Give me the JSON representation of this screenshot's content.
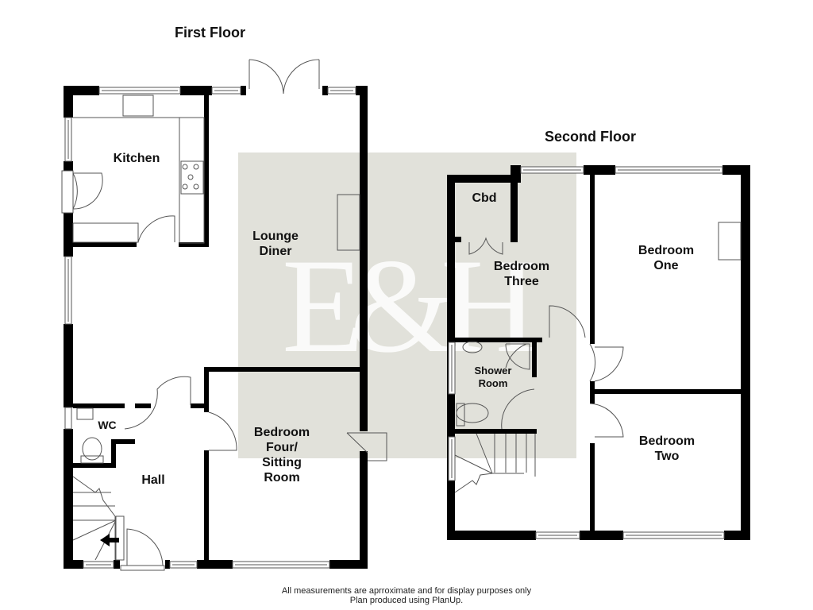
{
  "floors": [
    {
      "title": "First Floor",
      "rooms": [
        {
          "id": "kitchen",
          "label": "Kitchen"
        },
        {
          "id": "lounge-diner",
          "label": "Lounge\nDiner"
        },
        {
          "id": "wc",
          "label": "WC"
        },
        {
          "id": "hall",
          "label": "Hall"
        },
        {
          "id": "bedroom-four",
          "label": "Bedroom\nFour/\nSitting\nRoom"
        }
      ]
    },
    {
      "title": "Second Floor",
      "rooms": [
        {
          "id": "cbd",
          "label": "Cbd"
        },
        {
          "id": "bedroom-three",
          "label": "Bedroom\nThree"
        },
        {
          "id": "shower-room",
          "label": "Shower\nRoom"
        },
        {
          "id": "bedroom-one",
          "label": "Bedroom\nOne"
        },
        {
          "id": "bedroom-two",
          "label": "Bedroom\nTwo"
        }
      ]
    }
  ],
  "watermark": {
    "text": "E&H",
    "bg_color": "#e1e1da"
  },
  "footer": {
    "line1": "All measurements are aprroximate and for display purposes only",
    "line2": "Plan produced using PlanUp."
  },
  "colors": {
    "wall": "#000000",
    "fixture": "#555555",
    "background": "#ffffff"
  }
}
